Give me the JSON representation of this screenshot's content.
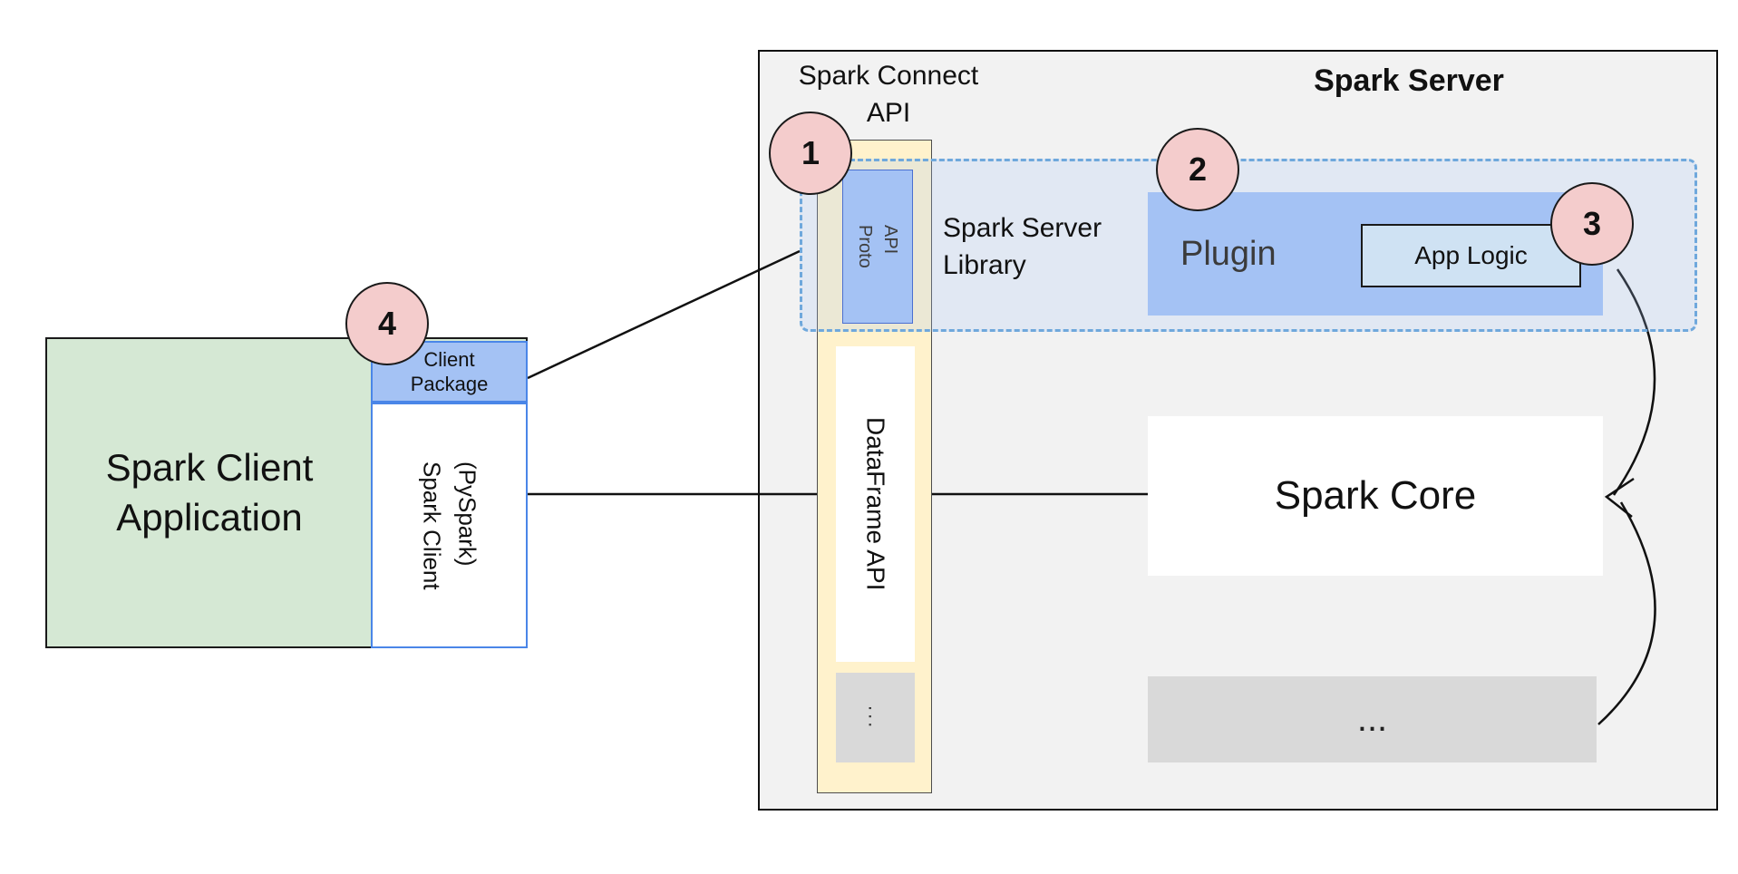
{
  "diagram": {
    "client": {
      "application_label": "Spark Client\nApplication",
      "package_label": "Client\nPackage",
      "client_label": "Spark Client\n(PySpark)"
    },
    "server": {
      "title": "Spark Server",
      "connect_api_label": "Spark Connect\nAPI",
      "proto_api_label": "Proto\nAPI",
      "dataframe_api_label": "DataFrame API",
      "api_more_label": "...",
      "library_label": "Spark Server\nLibrary",
      "plugin_label": "Plugin",
      "app_logic_label": "App Logic",
      "core_label": "Spark Core",
      "core_more_label": "..."
    },
    "badges": {
      "one": "1",
      "two": "2",
      "three": "3",
      "four": "4"
    },
    "colors": {
      "client_green": "#d5e8d4",
      "accent_blue": "#a4c2f4",
      "client_border_blue": "#4a86e8",
      "api_cream": "#fff2cc",
      "badge_pink": "#f4cccc",
      "library_dash_blue": "#6fa8dc",
      "app_logic_blue": "#cfe2f3",
      "box_gray": "#d9d9d9",
      "server_gray": "#f2f2f2",
      "line_black": "#111111"
    }
  }
}
